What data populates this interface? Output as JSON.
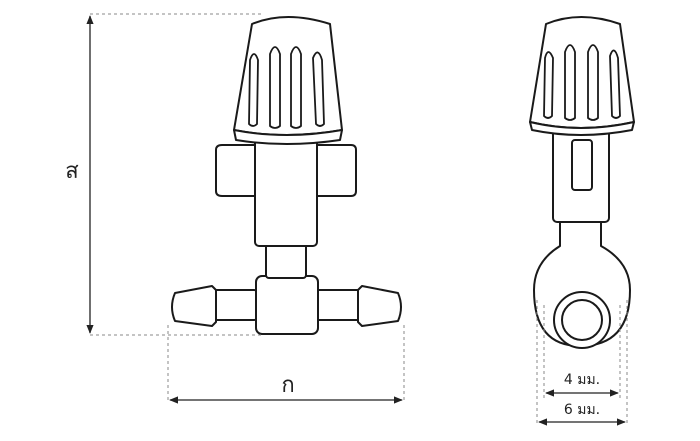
{
  "dimensions": {
    "height_label": "ส",
    "width_label": "ก",
    "inner_diameter_label": "4 มม.",
    "outer_diameter_label": "6 มม."
  },
  "colors": {
    "stroke": "#1a1a1a",
    "fill": "#ffffff",
    "dim_line": "#333333",
    "ext_line": "#888888"
  }
}
